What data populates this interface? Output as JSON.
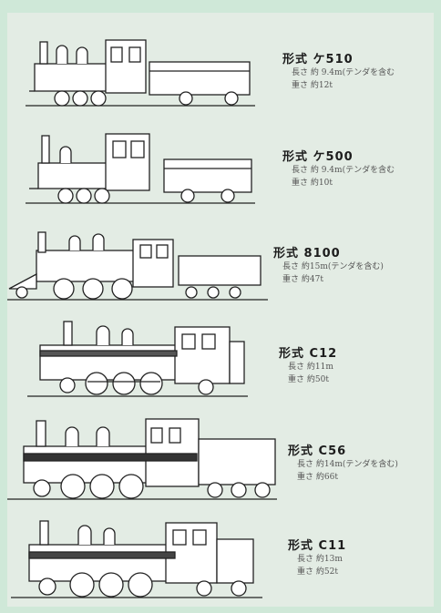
{
  "locomotives": [
    {
      "model": "形式 ケ510",
      "length": "長さ 約 9.4m(テンダを含む",
      "weight": "重さ 約12t"
    },
    {
      "model": "形式 ケ500",
      "length": "長さ 約 9.4m(テンダを含む",
      "weight": "重さ 約10t"
    },
    {
      "model": "形式 8100",
      "length": "長さ 約15m(テンダを含む)",
      "weight": "重さ 約47t"
    },
    {
      "model": "形式 C12",
      "length": "長さ 約11m",
      "weight": "重さ 約50t"
    },
    {
      "model": "形式 C56",
      "length": "長さ 約14m(テンダを含む)",
      "weight": "重さ 約66t"
    },
    {
      "model": "形式 C11",
      "length": "長さ 約13m",
      "weight": "重さ 約52t"
    }
  ]
}
